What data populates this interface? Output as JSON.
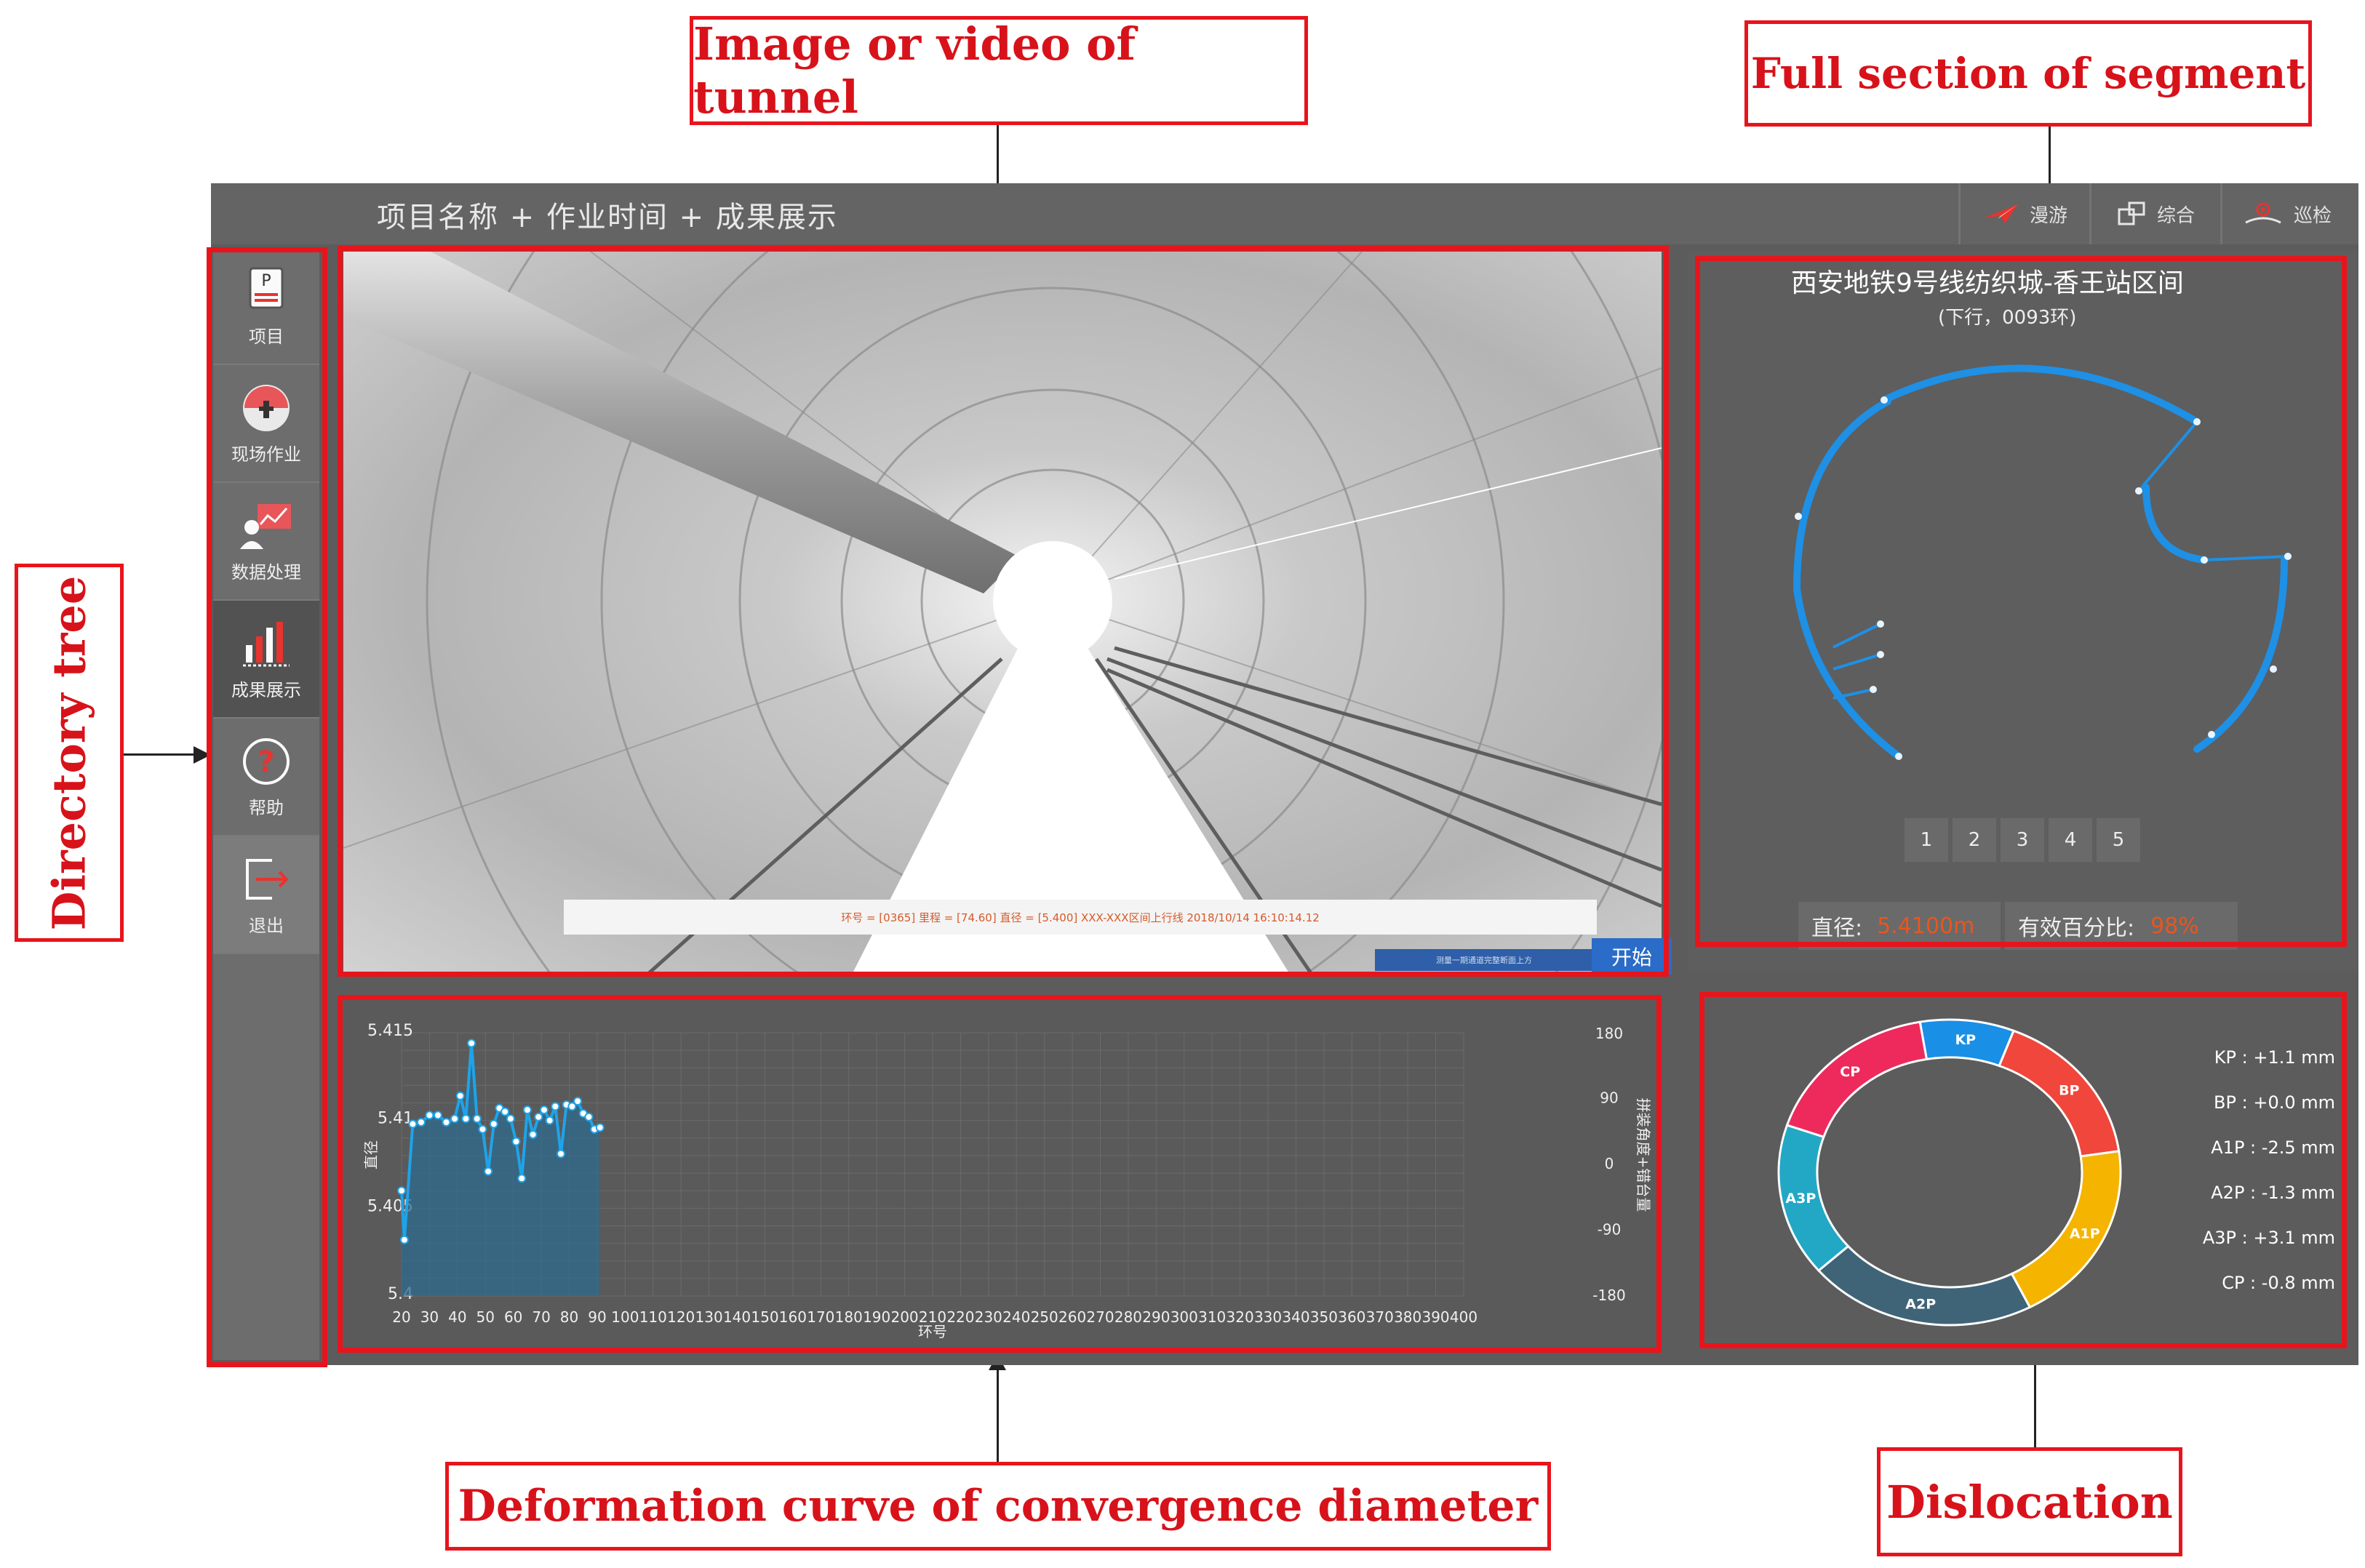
{
  "callouts": {
    "tunnel": "Image or video of tunnel",
    "segment": "Full section of segment",
    "directory": "Directory tree",
    "deformation": "Deformation curve of convergence diameter",
    "dislocation": "Dislocation"
  },
  "app": {
    "title": "项目名称 + 作业时间 + 成果展示",
    "toolbar": [
      {
        "label": "漫游",
        "icon": "plane-icon"
      },
      {
        "label": "综合",
        "icon": "windows-icon"
      },
      {
        "label": "巡检",
        "icon": "location-pin-icon"
      }
    ]
  },
  "sidebar": {
    "items": [
      {
        "label": "项目",
        "icon": "project-icon"
      },
      {
        "label": "现场作业",
        "icon": "field-work-icon"
      },
      {
        "label": "数据处理",
        "icon": "data-processing-icon"
      },
      {
        "label": "成果展示",
        "icon": "results-chart-icon"
      },
      {
        "label": "帮助",
        "icon": "help-icon"
      },
      {
        "label": "退出",
        "icon": "exit-icon"
      }
    ]
  },
  "tunnel": {
    "info": "环号 = [0365]   里程 = [74.60]   直径 = [5.400]   XXX-XXX区间上行线   2018/10/14  16:10:14.12",
    "start_label": "开始",
    "strip_text": "测量一期通道完整断面上方"
  },
  "segment": {
    "title": "西安地铁9号线纺织城-香王站区间",
    "subtitle": "(下行，0093环)",
    "pages": [
      "1",
      "2",
      "3",
      "4",
      "5"
    ],
    "diameter_label": "直径:",
    "diameter_value": "5.4100m",
    "valid_label": "有效百分比:",
    "valid_value": "98%"
  },
  "dislocation": {
    "segments": [
      {
        "name": "KP",
        "color": "#1a8fe6"
      },
      {
        "name": "BP",
        "color": "#f0463c"
      },
      {
        "name": "A1P",
        "color": "#f5b400"
      },
      {
        "name": "A2P",
        "color": "#3f6478"
      },
      {
        "name": "A3P",
        "color": "#22a8c4"
      },
      {
        "name": "CP",
        "color": "#ee2a5c"
      }
    ],
    "values": [
      {
        "key": "KP :",
        "value": "+1.1 mm"
      },
      {
        "key": "BP :",
        "value": "+0.0 mm"
      },
      {
        "key": "A1P :",
        "value": "-2.5 mm"
      },
      {
        "key": "A2P :",
        "value": "-1.3 mm"
      },
      {
        "key": "A3P :",
        "value": "+3.1 mm"
      },
      {
        "key": "CP :",
        "value": "-0.8 mm"
      }
    ]
  },
  "chart_data": {
    "type": "area",
    "title": "",
    "xlabel": "环号",
    "ylabel": "直径",
    "y2label": "拼装角度+错台量",
    "xlim": [
      20,
      400
    ],
    "ylim": [
      5.4,
      5.415
    ],
    "y2lim": [
      -180,
      180
    ],
    "x_ticks": [
      20,
      30,
      40,
      50,
      60,
      70,
      80,
      90,
      100,
      110,
      120,
      130,
      140,
      150,
      160,
      170,
      180,
      190,
      200,
      210,
      220,
      230,
      240,
      250,
      260,
      270,
      280,
      290,
      300,
      310,
      320,
      330,
      340,
      350,
      360,
      370,
      380,
      390,
      400
    ],
    "y_ticks": [
      5.4,
      5.405,
      5.41,
      5.415
    ],
    "y_tick_labels": [
      "5.4",
      "5.405",
      "5.41",
      "5.415"
    ],
    "y2_ticks": [
      -180,
      -90,
      0,
      90
    ],
    "y2_tick_labels": [
      "-180",
      "-90",
      "0",
      "90",
      "180"
    ],
    "grid": true,
    "series": [
      {
        "x": [
          20,
          21,
          24,
          27,
          30,
          33,
          36,
          39,
          41,
          43,
          45,
          47,
          49,
          51,
          53,
          55,
          57,
          59,
          61,
          63,
          65,
          67,
          69,
          71,
          73,
          75,
          77,
          79,
          81,
          83,
          85,
          87,
          89,
          91
        ],
        "y": [
          5.406,
          5.4032,
          5.4098,
          5.4099,
          5.4103,
          5.4103,
          5.4099,
          5.4101,
          5.4114,
          5.4101,
          5.4144,
          5.4101,
          5.4095,
          5.4071,
          5.4098,
          5.4107,
          5.4105,
          5.4101,
          5.4088,
          5.4067,
          5.4106,
          5.4092,
          5.4102,
          5.4106,
          5.41,
          5.4108,
          5.4081,
          5.4109,
          5.4108,
          5.4111,
          5.4104,
          5.4102,
          5.4095,
          5.4096
        ]
      }
    ]
  }
}
